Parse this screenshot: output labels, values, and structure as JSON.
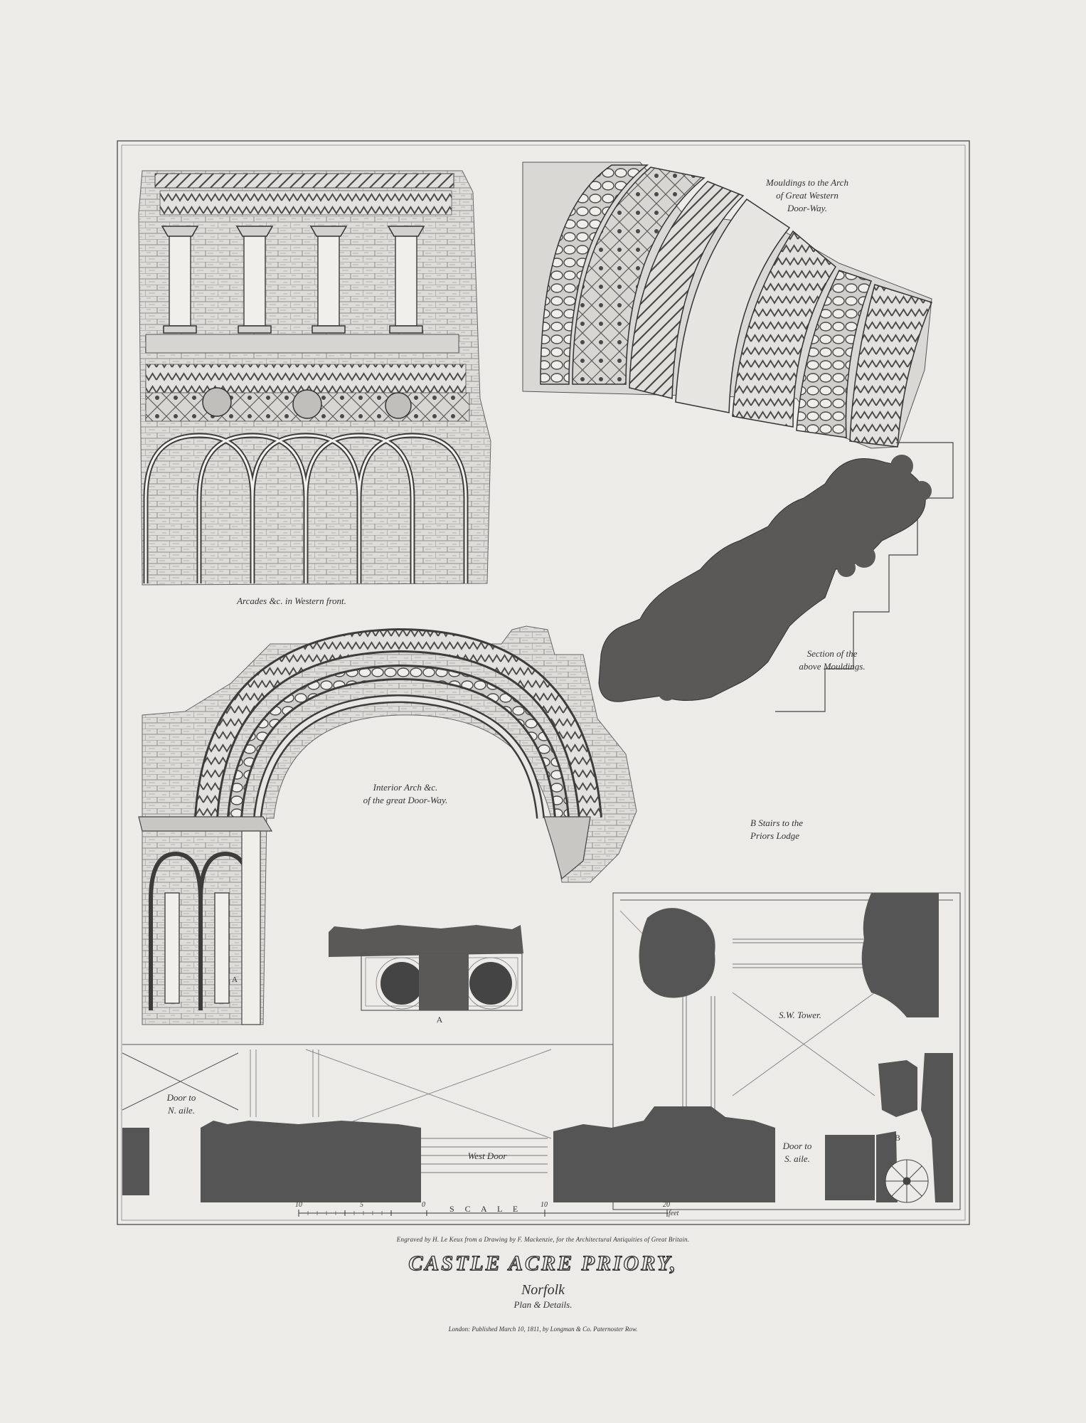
{
  "labels": {
    "mouldings_arch": "Mouldings to the Arch\nof Great Western\nDoor-Way.",
    "arcades": "Arcades &c. in Western front.",
    "section_mouldings": "Section of the\nabove Mouldings.",
    "interior_arch": "Interior Arch &c.\nof the great Door-Way.",
    "stairs": "B  Stairs to the\nPriors Lodge",
    "letter_a_small": "A",
    "letter_a": "A",
    "sw_tower": "S.W. Tower.",
    "door_n": "Door to\nN. aile.",
    "west_door": "West Door",
    "door_s": "Door to\nS. aile.",
    "letter_b": "B"
  },
  "scale": {
    "label": "S C A L E",
    "ticks": [
      "10",
      "5",
      "0",
      "10",
      "20"
    ],
    "unit": "feet"
  },
  "footer": {
    "engraved": "Engraved by H. Le Keux from a Drawing by F. Mackenzie, for the Architectural Antiquities of Great Britain.",
    "title": "CASTLE ACRE PRIORY,",
    "county": "Norfolk",
    "subtitle": "Plan & Details.",
    "published": "London: Published March 10, 1811, by Longman & Co. Paternoster Row."
  }
}
